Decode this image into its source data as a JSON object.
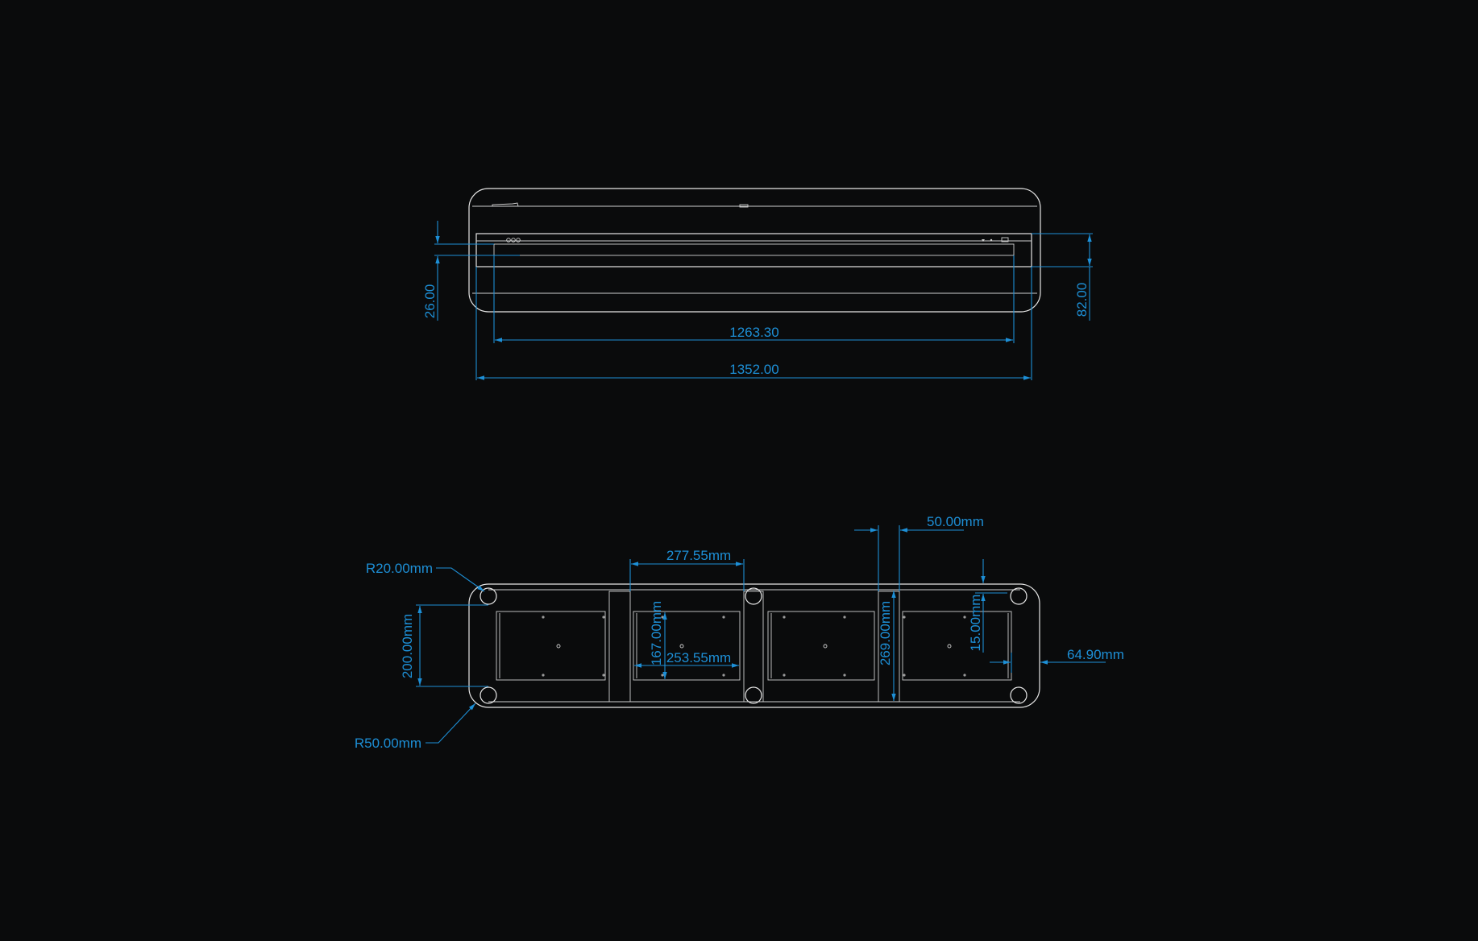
{
  "colors": {
    "background": "#0a0b0c",
    "outline": "#e6e6e6",
    "dimension": "#1d8fd6"
  },
  "front_view": {
    "dimensions": {
      "inner_width": "1263.30",
      "overall_width": "1352.00",
      "left_height": "26.00",
      "right_height": "82.00"
    }
  },
  "bottom_view": {
    "dimensions": {
      "corner_radius_top": "R20.00mm",
      "corner_radius_bottom": "R50.00mm",
      "bay_spacing": "277.55mm",
      "bay_width": "253.55mm",
      "rail_width": "50.00mm",
      "left_height": "200.00mm",
      "bay_height": "167.00mm",
      "inner_height": "269.00mm",
      "edge_offset": "15.00mm",
      "right_offset": "64.90mm"
    }
  }
}
